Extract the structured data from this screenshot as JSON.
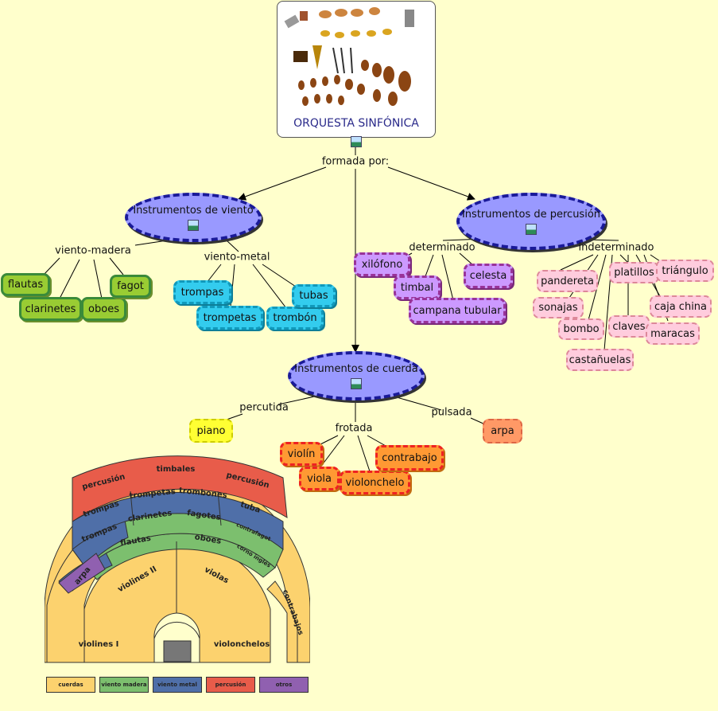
{
  "root": {
    "title": "ORQUESTA SINFÓNICA",
    "link": "formada por:"
  },
  "categories": {
    "viento": "Instrumentos de viento",
    "percusion": "Instrumentos de percusión",
    "cuerda": "Instrumentos de cuerda"
  },
  "links": {
    "viento_madera": "viento-madera",
    "viento_metal": "viento-metal",
    "determinado": "determinado",
    "indeterminado": "indeterminado",
    "percutida": "percutida",
    "frotada": "frotada",
    "pulsada": "pulsada"
  },
  "viento_madera": [
    "flautas",
    "clarinetes",
    "oboes",
    "fagot"
  ],
  "viento_metal": [
    "trompas",
    "trompetas",
    "trombón",
    "tubas"
  ],
  "determinado": [
    "xilófono",
    "timbal",
    "campana tubular",
    "celesta"
  ],
  "indeterminado": [
    "pandereta",
    "platillos",
    "triángulo",
    "sonajas",
    "caja china",
    "bombo",
    "claves",
    "maracas",
    "castañuelas"
  ],
  "cuerda": {
    "percutida": [
      "piano"
    ],
    "frotada": [
      "violín",
      "viola",
      "violonchelo",
      "contrabajo"
    ],
    "pulsada": [
      "arpa"
    ]
  },
  "orchestra": {
    "row1": [
      "percusión",
      "timbales",
      "percusión"
    ],
    "row2": [
      "trompas",
      "trompetas",
      "trombones",
      "tuba"
    ],
    "row3": [
      "trompas",
      "clarinetes",
      "fagotes",
      "contrafagot"
    ],
    "row4": [
      "flautas",
      "oboes",
      "corno inglés"
    ],
    "arpa": "arpa",
    "contrabajos": "contrabajos",
    "strings": [
      "violines II",
      "violas",
      "violines I",
      "violonchelos"
    ],
    "legend": [
      "cuerdas",
      "viento madera",
      "viento metal",
      "percusión",
      "otros"
    ],
    "colors": {
      "cuerdas": "#fcd26e",
      "viento_madera": "#7cbf6e",
      "viento_metal": "#4f6fa8",
      "percusion": "#e85c4a",
      "otros": "#9060b0"
    }
  }
}
